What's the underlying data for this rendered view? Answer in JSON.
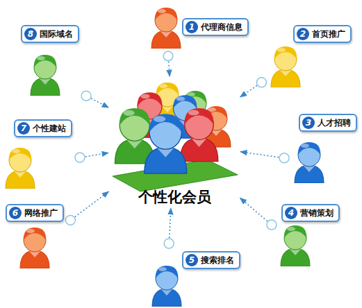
{
  "diagram": {
    "nodes": [
      {
        "text": [
          "个性化会员"
        ]
      },
      {
        "text": [
          "1",
          "代理商信息"
        ]
      },
      {
        "text": [
          "2",
          "首页推广"
        ]
      },
      {
        "text": [
          "3",
          "人才招聘"
        ]
      },
      {
        "text": [
          "4",
          "营销策划"
        ]
      },
      {
        "text": [
          "5",
          "搜索排名"
        ]
      },
      {
        "text": [
          "6",
          "网络推广"
        ]
      },
      {
        "text": [
          "7",
          "个性建站"
        ]
      },
      {
        "text": [
          "8",
          "国际域名"
        ]
      }
    ],
    "edges": [
      {
        "from": 1,
        "to": 0,
        "arrow": "to"
      },
      {
        "from": 2,
        "to": 0,
        "arrow": "to"
      },
      {
        "from": 3,
        "to": 0,
        "arrow": "to"
      },
      {
        "from": 4,
        "to": 0,
        "arrow": "to"
      },
      {
        "from": 5,
        "to": 0,
        "arrow": "to"
      },
      {
        "from": 6,
        "to": 0,
        "arrow": "to"
      },
      {
        "from": 7,
        "to": 0,
        "arrow": "to"
      },
      {
        "from": 8,
        "to": 0,
        "arrow": "to"
      }
    ]
  }
}
